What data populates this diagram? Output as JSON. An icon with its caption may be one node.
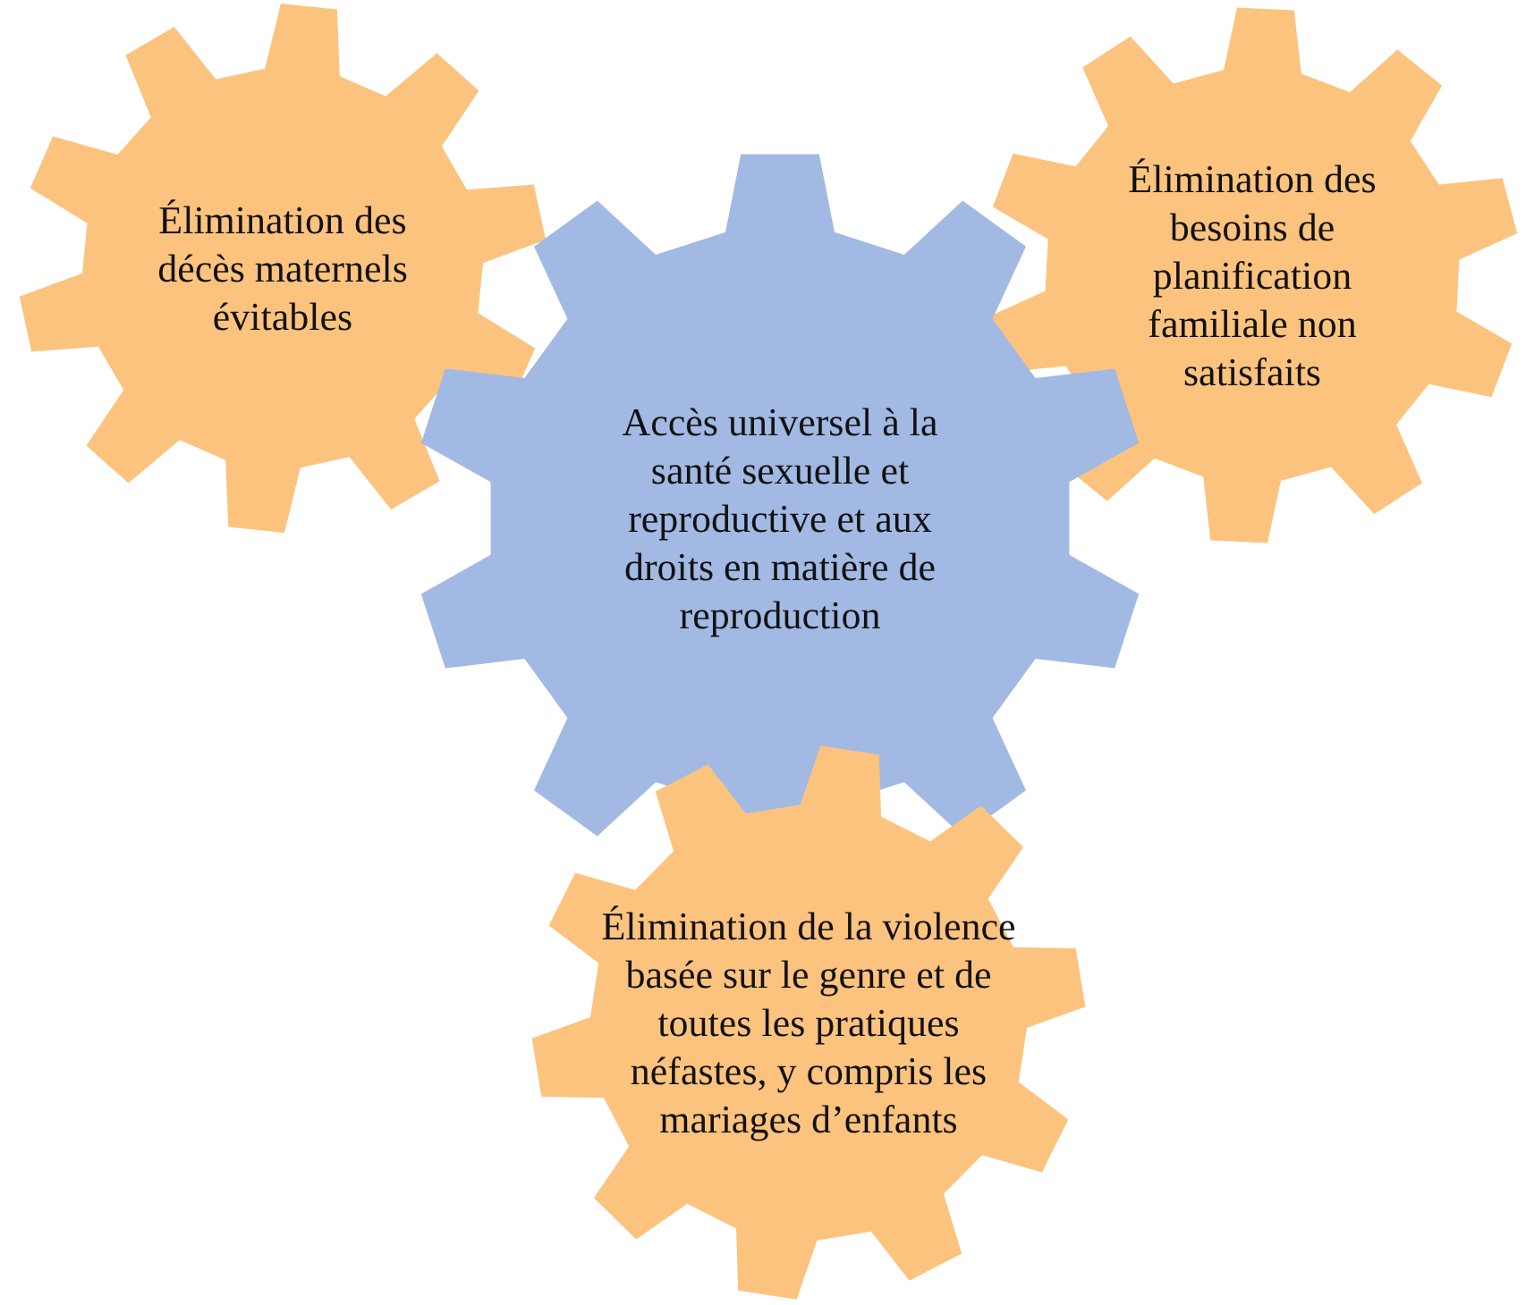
{
  "diagram": {
    "nodes": [
      {
        "text": [
          "Élimination des décès maternels évitables"
        ]
      },
      {
        "text": [
          "Élimination des besoins de planification familiale non satisfaits"
        ]
      },
      {
        "text": [
          "Accès universel à la santé sexuelle et reproductive et aux droits en matière de reproduction"
        ]
      },
      {
        "text": [
          "Élimination de la violence basée sur le genre et de toutes les pratiques néfastes, y compris les mariages d’enfants"
        ]
      }
    ]
  }
}
